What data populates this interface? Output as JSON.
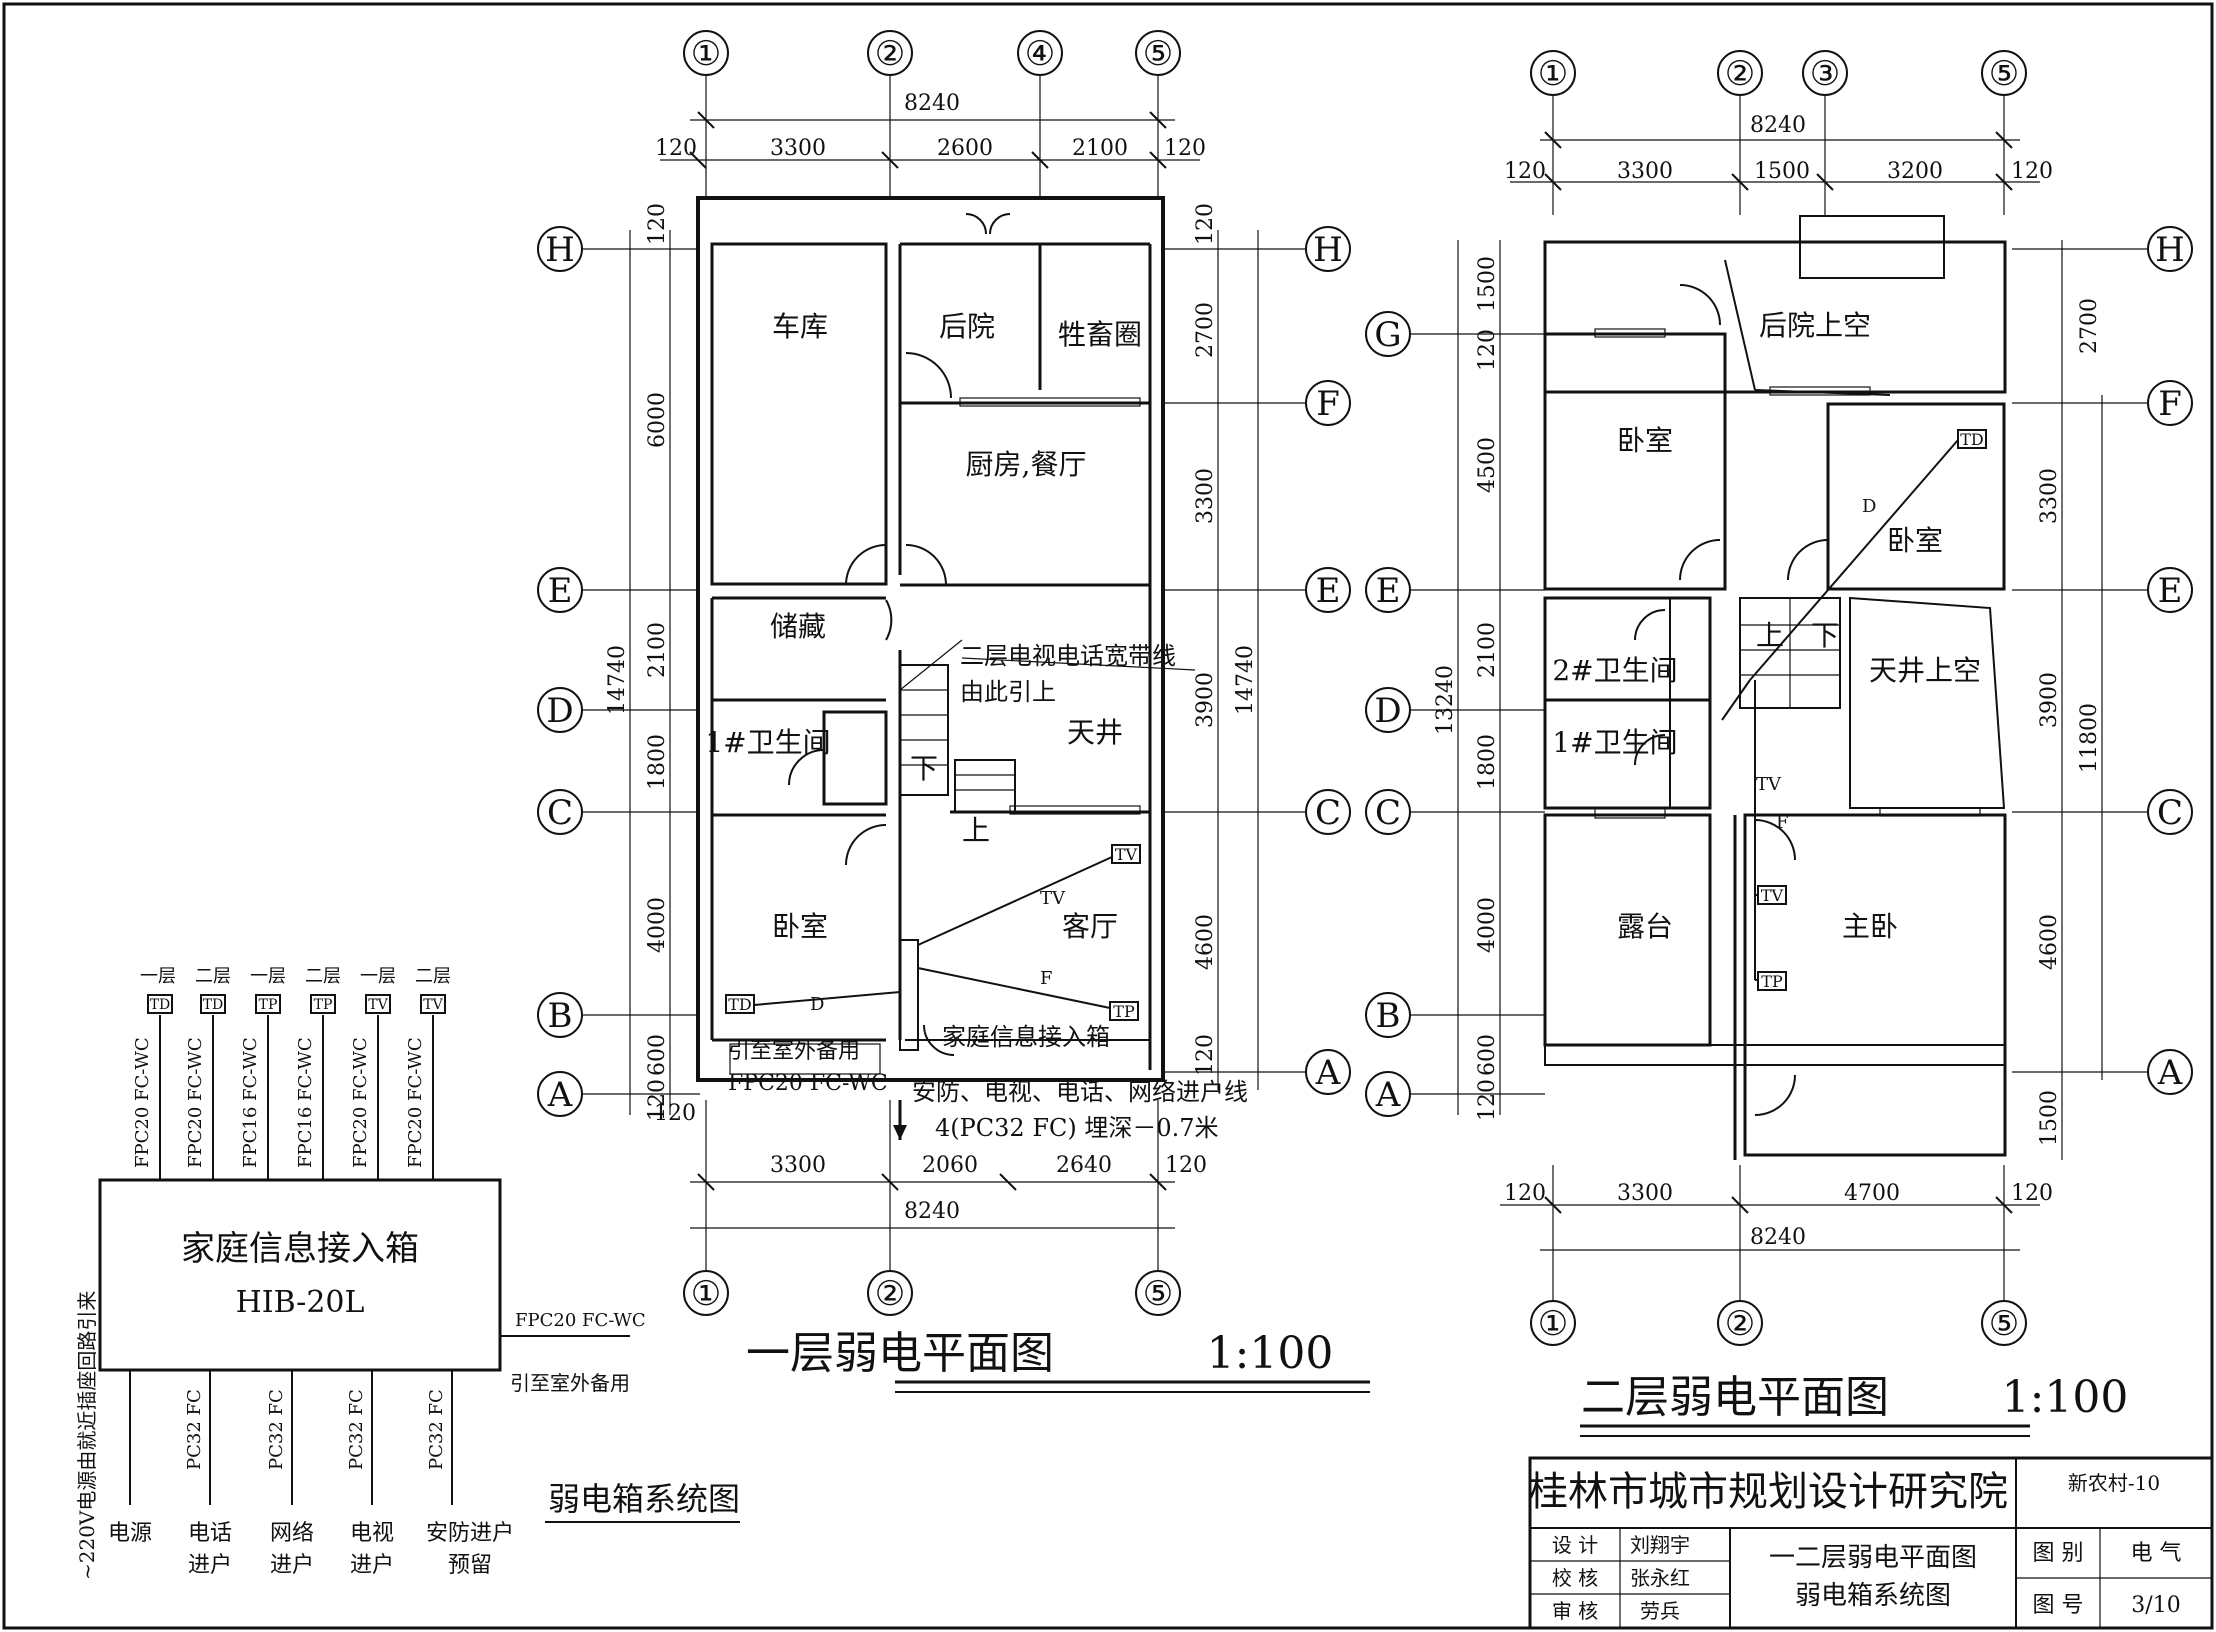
{
  "sheet": {
    "institute": "桂林市城市规划设计研究院",
    "project": "新农村-10",
    "drawing_name": [
      "一二层弱电平面图",
      "弱电箱系统图"
    ],
    "roles": [
      {
        "role": "设 计",
        "name": "刘翔宇"
      },
      {
        "role": "校 核",
        "name": "张永红"
      },
      {
        "role": "审 核",
        "name": "劳兵"
      }
    ],
    "category_label": "图 别",
    "category": "电 气",
    "number_label": "图 号",
    "number": "3/10"
  },
  "plan1": {
    "title": "一层弱电平面图",
    "scale": "1:100",
    "top_axes": [
      "①",
      "②",
      "④",
      "⑤"
    ],
    "bottom_axes": [
      "①",
      "②",
      "⑤"
    ],
    "side_axes": [
      "H",
      "E",
      "D",
      "C",
      "B",
      "A"
    ],
    "top_total": "8240",
    "top_dims": [
      "120",
      "3300",
      "2600",
      "2100",
      "120"
    ],
    "bottom_dims": [
      "3300",
      "2060",
      "2640",
      "120"
    ],
    "bottom_total": "8240",
    "bottom_left": "120",
    "left_dims": [
      "120",
      "6000",
      "2100",
      "1800",
      "4000",
      "600",
      "120"
    ],
    "left_total": "14740",
    "right_dims": [
      "120",
      "2700",
      "3300",
      "3900",
      "4600",
      "120"
    ],
    "right_total": "14740",
    "rooms": [
      "车库",
      "后院",
      "牲畜圈",
      "厨房,餐厅",
      "储藏",
      "1#卫生间",
      "天井",
      "卧室",
      "客厅"
    ],
    "stair_labels": [
      "下",
      "上"
    ],
    "notes": [
      "二层电视电话宽带线",
      "由此引上",
      "家庭信息接入箱",
      "引至室外备用",
      "FPC20 FC-WC",
      "安防、电视、电话、网络进户线",
      "4(PC32 FC) 埋深－0.7米"
    ],
    "devices": [
      "TV",
      "TD",
      "TP",
      "TV",
      "F",
      "D"
    ]
  },
  "plan2": {
    "title": "二层弱电平面图",
    "scale": "1:100",
    "top_axes": [
      "①",
      "②",
      "③",
      "⑤"
    ],
    "bottom_axes": [
      "①",
      "②",
      "⑤"
    ],
    "left_axes": [
      "G",
      "E",
      "D",
      "C",
      "B",
      "A"
    ],
    "right_axes": [
      "H",
      "F",
      "E",
      "C",
      "A"
    ],
    "top_total": "8240",
    "top_dims": [
      "120",
      "3300",
      "1500",
      "3200",
      "120"
    ],
    "bottom_dims": [
      "120",
      "3300",
      "4700",
      "120"
    ],
    "bottom_total": "8240",
    "left_dims": [
      "1500",
      "120",
      "4500",
      "2100",
      "1800",
      "4000",
      "600",
      "120"
    ],
    "left_total": "13240",
    "right_dims": [
      "2700",
      "3300",
      "3900",
      "4600",
      "1500"
    ],
    "right_total": "11800",
    "rooms": [
      "后院上空",
      "卧室",
      "卧室",
      "2#卫生间",
      "1#卫生间",
      "天井上空",
      "露台",
      "主卧"
    ],
    "stair_labels": [
      "上",
      "下"
    ],
    "devices": [
      "TD",
      "TV",
      "TP",
      "D",
      "TV",
      "F"
    ]
  },
  "system": {
    "title": "弱电箱系统图",
    "box_name": "家庭信息接入箱",
    "box_model": "HIB-20L",
    "top_floors": [
      "一层",
      "二层",
      "一层",
      "二层",
      "一层",
      "二层"
    ],
    "top_outlets": [
      "TD",
      "TD",
      "TP",
      "TP",
      "TV",
      "TV"
    ],
    "top_cables": [
      "FPC20 FC-WC",
      "FPC20 FC-WC",
      "FPC16 FC-WC",
      "FPC16 FC-WC",
      "FPC20 FC-WC",
      "FPC20 FC-WC"
    ],
    "right_cable": "FPC20 FC-WC",
    "right_note": "引至室外备用",
    "left_note": "~220V电源由就近插座回路引来",
    "bottom_cables": [
      "PC32 FC",
      "PC32 FC",
      "PC32 FC",
      "PC32 FC"
    ],
    "bottom_labels": [
      [
        "电源"
      ],
      [
        "电话",
        "进户"
      ],
      [
        "网络",
        "进户"
      ],
      [
        "电视",
        "进户"
      ],
      [
        "安防进户",
        "预留"
      ]
    ]
  }
}
